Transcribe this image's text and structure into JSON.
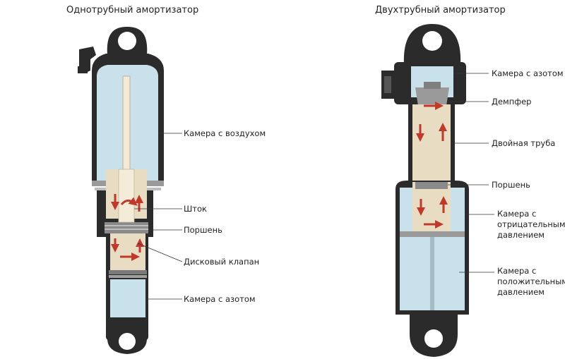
{
  "left": {
    "title": "Однотрубный амортизатор",
    "labels": {
      "air_chamber": "Камера с воздухом",
      "rod": "Шток",
      "piston": "Поршень",
      "disc_valve": "Дисковый клапан",
      "nitrogen_chamber": "Камера с азотом"
    }
  },
  "right": {
    "title": "Двухтрубный амортизатор",
    "labels": {
      "nitrogen_chamber": "Камера с азотом",
      "damper": "Демпфер",
      "twin_tube": "Двойная труба",
      "piston": "Поршень",
      "negative_chamber": [
        "Камера с",
        "отрицательным",
        "давлением"
      ],
      "positive_chamber": [
        "Камера с",
        "положительным",
        "давлением"
      ]
    }
  },
  "colors": {
    "body": "#2b2b2b",
    "air": "#c9e1ea",
    "oil": "#e8dcc3",
    "arrow": "#c0392b",
    "line": "#333333"
  }
}
